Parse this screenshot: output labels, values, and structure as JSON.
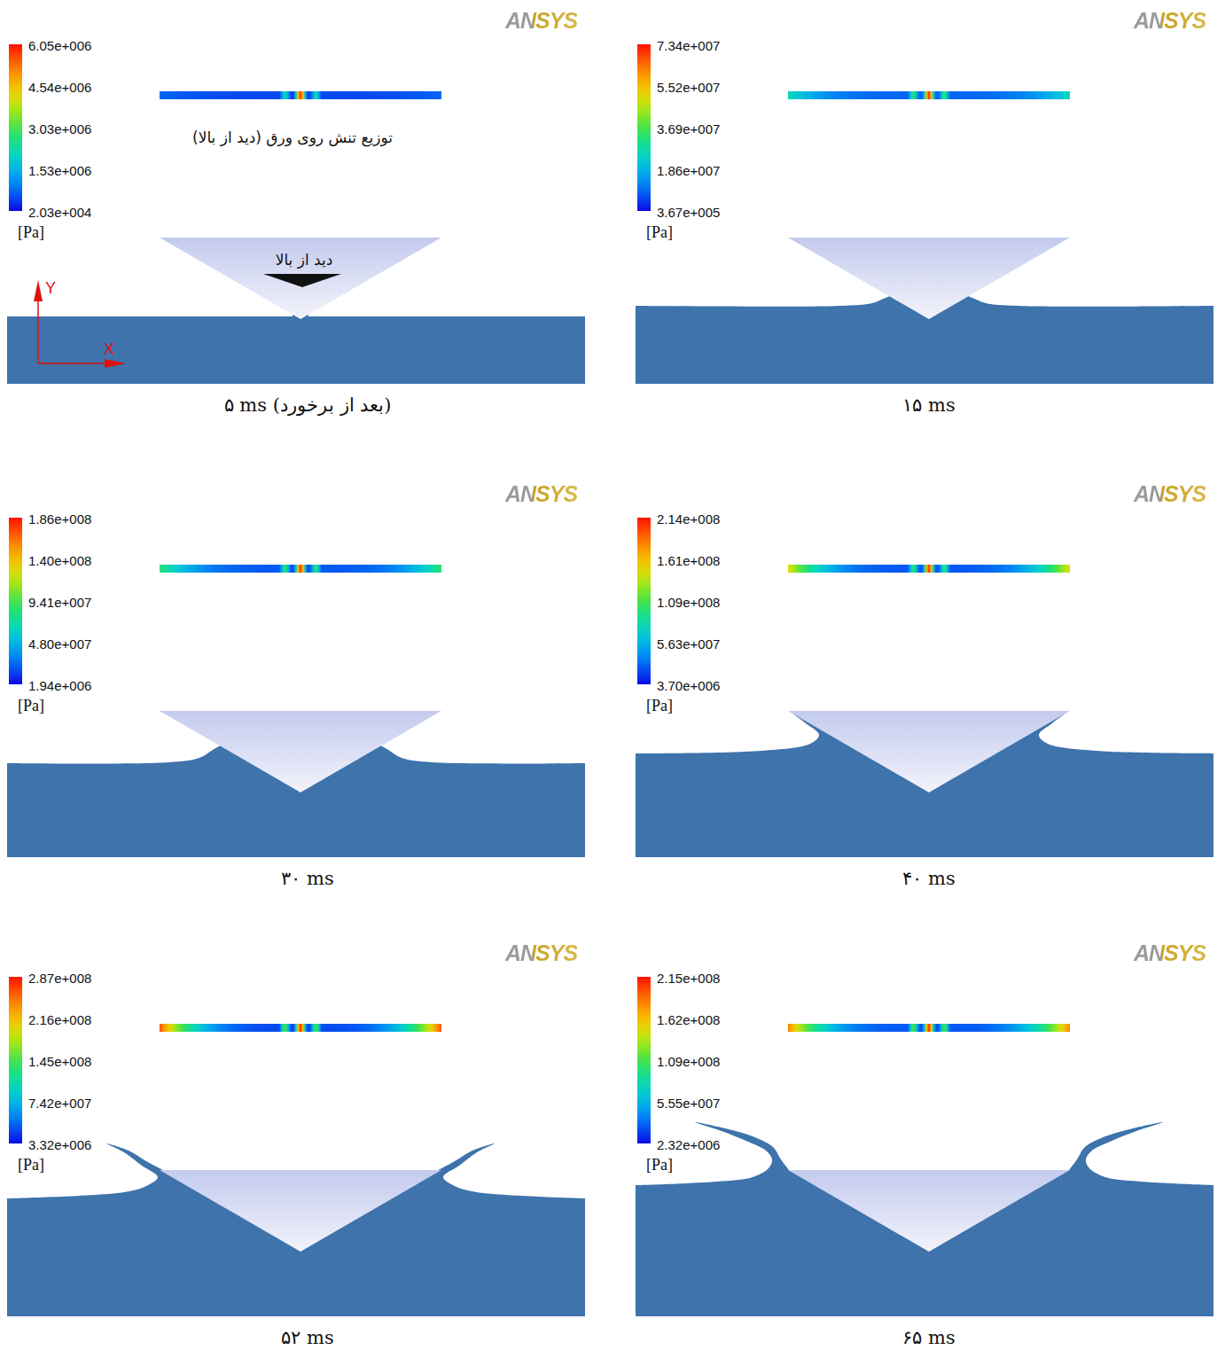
{
  "diagram": {
    "labels": [
      "ANSYS",
      "6.05e+006",
      "4.54e+006",
      "3.03e+006",
      "1.53e+006",
      "2.03e+004",
      "[Pa]",
      "توزیع تنش روی ورق (دید از بالا)",
      "دید از بالا",
      "Y",
      "X",
      "۵ ms (بعد از برخورد)",
      "ANSYS",
      "7.34e+007",
      "5.52e+007",
      "3.69e+007",
      "1.86e+007",
      "3.67e+005",
      "[Pa]",
      "۱۵ ms",
      "ANSYS",
      "1.86e+008",
      "1.40e+008",
      "9.41e+007",
      "4.80e+007",
      "1.94e+006",
      "[Pa]",
      "۳۰ ms",
      "ANSYS",
      "2.14e+008",
      "1.61e+008",
      "1.09e+008",
      "5.63e+007",
      "3.70e+006",
      "[Pa]",
      "۴۰ ms",
      "ANSYS",
      "2.87e+008",
      "2.16e+008",
      "1.45e+008",
      "7.42e+007",
      "3.32e+006",
      "[Pa]",
      "۵۲ ms",
      "ANSYS",
      "2.15e+008",
      "1.62e+008",
      "1.09e+008",
      "5.55e+007",
      "2.32e+006",
      "[Pa]",
      "۶۵ ms"
    ]
  }
}
